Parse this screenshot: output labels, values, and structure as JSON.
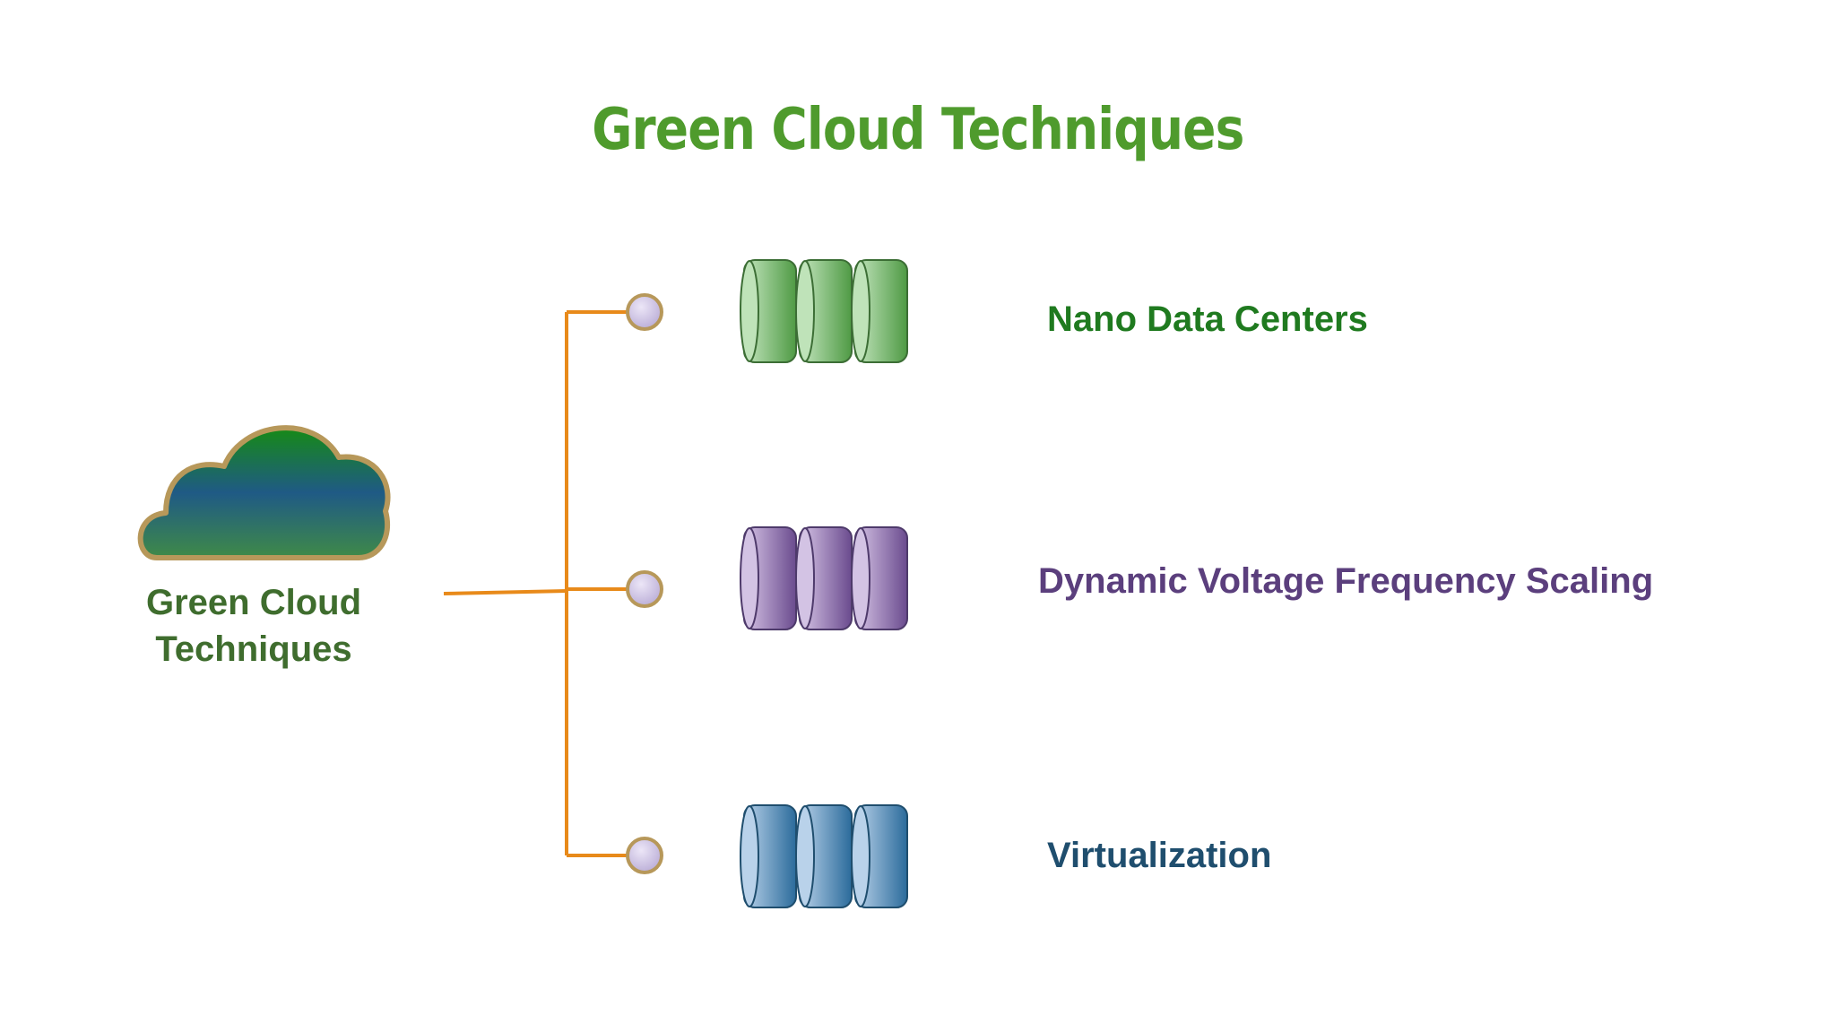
{
  "title": "Green Cloud Techniques",
  "root": {
    "label_line1": "Green Cloud",
    "label_line2": "Techniques",
    "icon": "cloud-icon"
  },
  "branches": [
    {
      "label": "Nano Data Centers",
      "icon": "server-stack-icon",
      "color": "#1f7a1f"
    },
    {
      "label": "Dynamic Voltage Frequency Scaling",
      "icon": "server-stack-icon",
      "color": "#5b3f7d"
    },
    {
      "label": "Virtualization",
      "icon": "server-stack-icon",
      "color": "#1f4e6e"
    }
  ],
  "colors": {
    "title": "#4f9b2d",
    "connector": "#e88a1a",
    "node": "#cfc3e6",
    "cloud_top": "#1e7d1e",
    "cloud_bottom": "#3a7a4a",
    "cloud_border": "#b7985a"
  }
}
